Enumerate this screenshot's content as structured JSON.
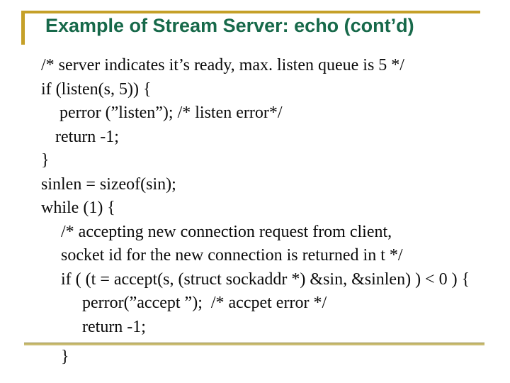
{
  "title": "Example of Stream Server: echo (cont’d)",
  "colors": {
    "title_green": "#17694a",
    "corner_rule_gold": "#c5a028",
    "bottom_rule_tan": "#cbbd72",
    "body_text": "#0b0b0b",
    "background": "#ffffff"
  },
  "code_lines": [
    "/* server indicates it’s ready, max. listen queue is 5 */",
    "if (listen(s, 5)) {",
    "perror (”listen”); /* listen error*/",
    "return -1;",
    "}",
    "sinlen = sizeof(sin);",
    "while (1) {",
    "/* accepting new connection request from client,",
    "socket id for the new connection is returned in t */",
    "if ( (t = accept(s, (struct sockaddr *) &sin, &sinlen) ) < 0 ) {",
    "perror(”accept ”);  /* accpet error */",
    "return -1;",
    "}"
  ]
}
